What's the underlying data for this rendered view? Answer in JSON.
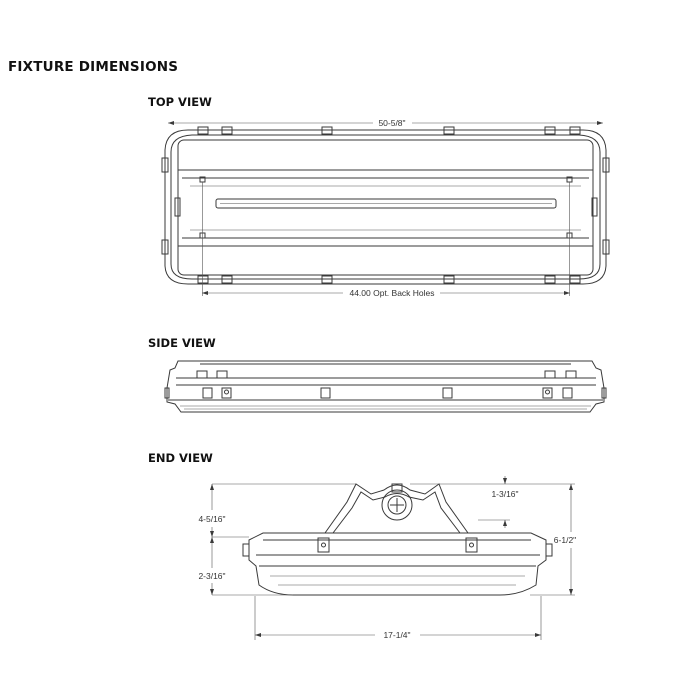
{
  "title": "FIXTURE DIMENSIONS",
  "views": {
    "top": {
      "title": "TOP VIEW",
      "overall_length": "50-5/8\"",
      "back_holes": "44.00 Opt. Back Holes"
    },
    "side": {
      "title": "SIDE VIEW"
    },
    "end": {
      "title": "END VIEW",
      "upper_height": "4-5/16\"",
      "lower_height": "2-3/16\"",
      "hanger_height": "1-3/16\"",
      "total_height": "6-1/2\"",
      "width": "17-1/4\""
    }
  },
  "colors": {
    "line": "#3a3a3a",
    "text": "#333333"
  }
}
